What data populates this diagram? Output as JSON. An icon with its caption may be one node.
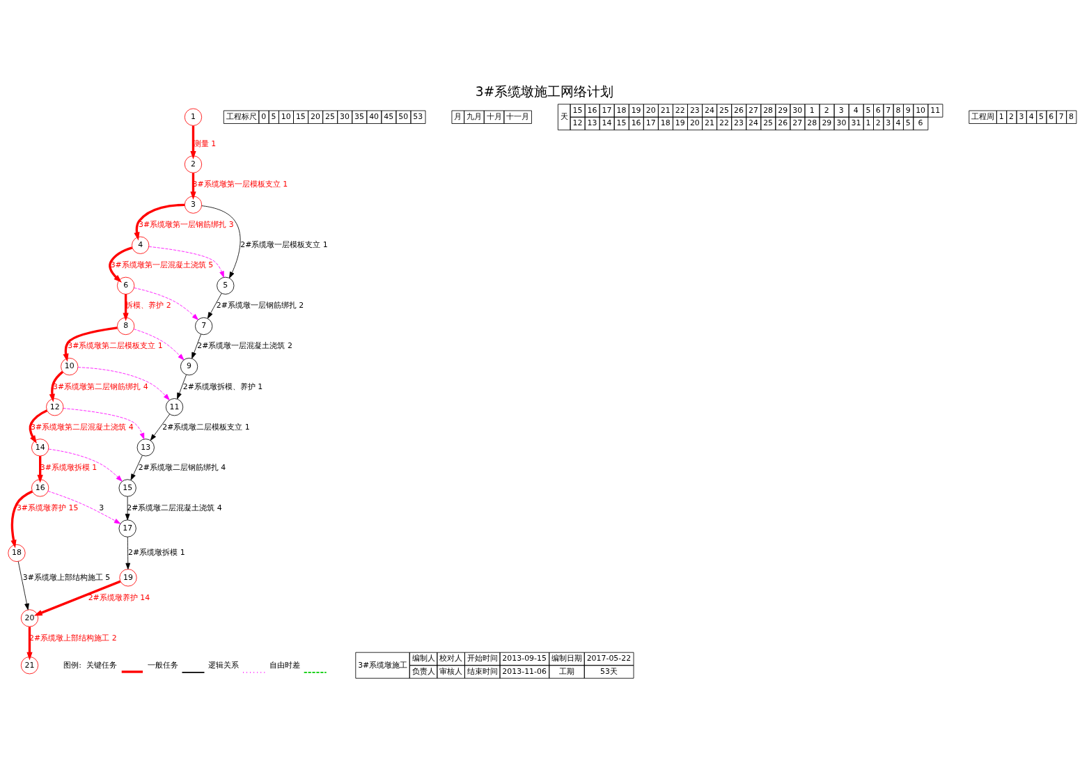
{
  "diagram": {
    "title": "3#系缆墩施工网络计划",
    "nodes": [
      {
        "text": [
          "1"
        ]
      },
      {
        "text": [
          "2"
        ]
      },
      {
        "text": [
          "3"
        ]
      },
      {
        "text": [
          "4"
        ]
      },
      {
        "text": [
          "5"
        ]
      },
      {
        "text": [
          "6"
        ]
      },
      {
        "text": [
          "7"
        ]
      },
      {
        "text": [
          "8"
        ]
      },
      {
        "text": [
          "9"
        ]
      },
      {
        "text": [
          "10"
        ]
      },
      {
        "text": [
          "11"
        ]
      },
      {
        "text": [
          "12"
        ]
      },
      {
        "text": [
          "13"
        ]
      },
      {
        "text": [
          "14"
        ]
      },
      {
        "text": [
          "15"
        ]
      },
      {
        "text": [
          "16"
        ]
      },
      {
        "text": [
          "17"
        ]
      },
      {
        "text": [
          "18"
        ]
      },
      {
        "text": [
          "19"
        ]
      },
      {
        "text": [
          "20"
        ]
      },
      {
        "text": [
          "21"
        ]
      }
    ],
    "edges": [
      {
        "from": 0,
        "to": 1,
        "arrow": "to",
        "label": "测量 1",
        "style": "thick"
      },
      {
        "from": 1,
        "to": 2,
        "arrow": "to",
        "label": "3#系缆墩第一层模板支立 1",
        "style": "thick"
      },
      {
        "from": 2,
        "to": 3,
        "arrow": "to",
        "label": "3#系缆墩第一层钢筋绑扎 3",
        "style": "thick"
      },
      {
        "from": 3,
        "to": 5,
        "arrow": "to",
        "label": "3#系缆墩第一层混凝土浇筑 5",
        "style": "thick"
      },
      {
        "from": 5,
        "to": 7,
        "arrow": "to",
        "label": "拆模、养护 2",
        "style": "thick"
      },
      {
        "from": 7,
        "to": 9,
        "arrow": "to",
        "label": "3#系缆墩第二层模板支立 1",
        "style": "thick"
      },
      {
        "from": 9,
        "to": 11,
        "arrow": "to",
        "label": "3#系缆墩第二层钢筋绑扎 4",
        "style": "thick"
      },
      {
        "from": 11,
        "to": 13,
        "arrow": "to",
        "label": "3#系缆墩第二层混凝土浇筑 4",
        "style": "thick"
      },
      {
        "from": 13,
        "to": 15,
        "arrow": "to",
        "label": "3#系缆墩拆模 1",
        "style": "thick"
      },
      {
        "from": 15,
        "to": 17,
        "arrow": "to",
        "label": "3#系缆墩养护 15",
        "style": "thick"
      },
      {
        "from": 2,
        "to": 4,
        "arrow": "to",
        "label": "2#系缆墩一层模板支立 1",
        "color": "#000000"
      },
      {
        "from": 4,
        "to": 6,
        "arrow": "to",
        "label": "2#系缆墩一层钢筋绑扎 2",
        "color": "#000000"
      },
      {
        "from": 6,
        "to": 8,
        "arrow": "to",
        "label": "2#系缆墩一层混凝土浇筑 2",
        "color": "#000000"
      },
      {
        "from": 8,
        "to": 10,
        "arrow": "to",
        "label": "2#系缆墩拆模、养护 1",
        "color": "#000000"
      },
      {
        "from": 10,
        "to": 12,
        "arrow": "to",
        "label": "2#系缆墩二层模板支立 1",
        "color": "#000000"
      },
      {
        "from": 12,
        "to": 14,
        "arrow": "to",
        "label": "2#系缆墩二层钢筋绑扎 4",
        "color": "#000000"
      },
      {
        "from": 14,
        "to": 16,
        "arrow": "to",
        "label": "2#系缆墩二层混凝土浇筑 4",
        "color": "#000000"
      },
      {
        "from": 16,
        "to": 18,
        "arrow": "to",
        "label": "2#系缆墩拆模 1",
        "color": "#000000"
      },
      {
        "from": 17,
        "to": 19,
        "arrow": "to",
        "label": "3#系缆墩上部结构施工 5",
        "color": "#000000"
      },
      {
        "from": 18,
        "to": 19,
        "arrow": "to",
        "label": "2#系缆墩养护 14",
        "style": "thick"
      },
      {
        "from": 19,
        "to": 20,
        "arrow": "to",
        "label": "2#系缆墩上部结构施工 2",
        "style": "thick"
      },
      {
        "from": 3,
        "to": 4,
        "arrow": "to",
        "style": "dashed",
        "color": "#ff00ff"
      },
      {
        "from": 5,
        "to": 6,
        "arrow": "to",
        "style": "dashed",
        "color": "#ff00ff"
      },
      {
        "from": 7,
        "to": 8,
        "arrow": "to",
        "style": "dashed",
        "color": "#ff00ff"
      },
      {
        "from": 9,
        "to": 10,
        "arrow": "to",
        "style": "dashed",
        "color": "#ff00ff"
      },
      {
        "from": 11,
        "to": 12,
        "arrow": "to",
        "style": "dashed",
        "color": "#ff00ff"
      },
      {
        "from": 13,
        "to": 14,
        "arrow": "to",
        "style": "dashed",
        "color": "#ff00ff"
      },
      {
        "from": 15,
        "to": 16,
        "arrow": "to",
        "label": "3",
        "style": "dashed",
        "color": "#ff00ff"
      }
    ],
    "labels": [
      "工程标尺",
      "0",
      "5",
      "10",
      "15",
      "20",
      "25",
      "30",
      "35",
      "40",
      "45",
      "50",
      "53",
      "月",
      "九月",
      "十月",
      "十一月",
      "天",
      "15",
      "16",
      "17",
      "18",
      "19",
      "20",
      "21",
      "22",
      "23",
      "24",
      "25",
      "26",
      "27",
      "28",
      "29",
      "30",
      "1",
      "2",
      "3",
      "4",
      "5",
      "6",
      "7",
      "8",
      "9",
      "10",
      "11",
      "12",
      "13",
      "14",
      "15",
      "16",
      "17",
      "18",
      "19",
      "20",
      "21",
      "22",
      "23",
      "24",
      "25",
      "26",
      "27",
      "28",
      "29",
      "30",
      "31",
      "1",
      "2",
      "3",
      "4",
      "5",
      "6",
      "工程周",
      "1",
      "2",
      "3",
      "4",
      "5",
      "6",
      "7",
      "8",
      "图例:",
      "3#系缆墩施工",
      "编制人",
      "校对人",
      "开始时间",
      "2013-09-15",
      "编制日期",
      "2017-05-22",
      "负责人",
      "审核人",
      "结束时间",
      "2013-11-06",
      "工期",
      "53天"
    ],
    "legend": [
      {
        "text": "关键任务"
      },
      {
        "text": "一般任务"
      },
      {
        "text": "逻辑关系"
      },
      {
        "text": "自由时差"
      }
    ]
  }
}
